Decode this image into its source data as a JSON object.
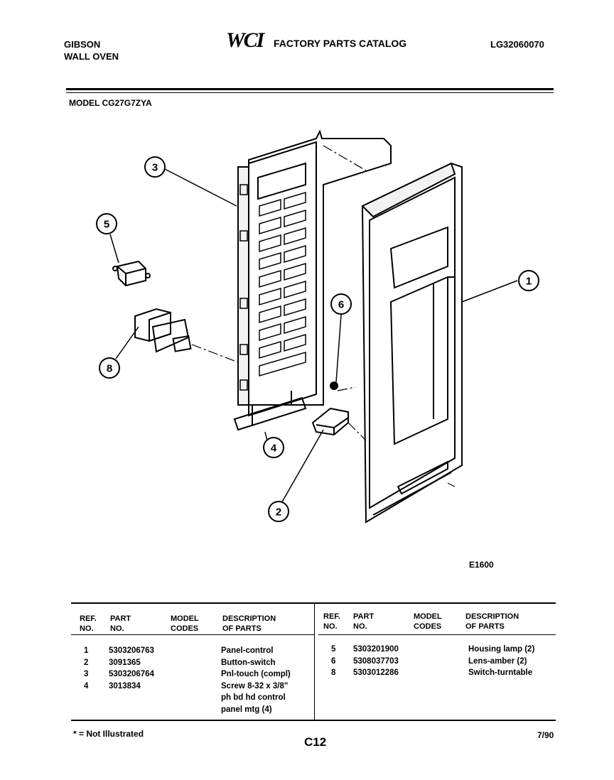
{
  "header": {
    "brand_line1": "GIBSON",
    "brand_line2": "WALL OVEN",
    "logo": "WCI",
    "catalog_title": "FACTORY PARTS CATALOG",
    "catalog_code": "LG32060070",
    "model_label": "MODEL CG27G7ZYA"
  },
  "diagram": {
    "callouts": [
      "1",
      "2",
      "3",
      "4",
      "5",
      "6",
      "8"
    ],
    "figure_code": "E1600"
  },
  "table": {
    "headers": {
      "ref": "REF.",
      "no": "NO.",
      "part": "PART",
      "part_no": "NO.",
      "model": "MODEL",
      "codes": "CODES",
      "description": "DESCRIPTION",
      "of_parts": "OF PARTS"
    },
    "left_rows": [
      {
        "ref": "1",
        "part": "5303206763",
        "desc": [
          "Panel-control"
        ]
      },
      {
        "ref": "2",
        "part": "3091365",
        "desc": [
          "Button-switch"
        ]
      },
      {
        "ref": "3",
        "part": "5303206764",
        "desc": [
          "Pnl-touch (compl)"
        ]
      },
      {
        "ref": "4",
        "part": "3013834",
        "desc": [
          "Screw 8-32 x 3/8\"",
          "ph bd hd control",
          "panel mtg (4)"
        ]
      }
    ],
    "right_rows": [
      {
        "ref": "5",
        "part": "5303201900",
        "desc": "Housing lamp (2)"
      },
      {
        "ref": "6",
        "part": "5308037703",
        "desc": "Lens-amber (2)"
      },
      {
        "ref": "8",
        "part": "5303012286",
        "desc": "Switch-turntable"
      }
    ]
  },
  "footer": {
    "note": "* = Not Illustrated",
    "page": "C12",
    "date": "7/90"
  }
}
